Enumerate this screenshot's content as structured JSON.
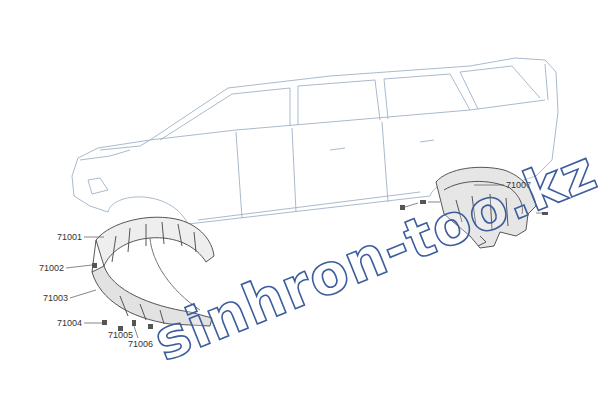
{
  "diagram": {
    "labels": [
      "71001",
      "71002",
      "71003",
      "71004",
      "71005",
      "71006",
      "71007",
      "sinhron-too.kz"
    ]
  }
}
